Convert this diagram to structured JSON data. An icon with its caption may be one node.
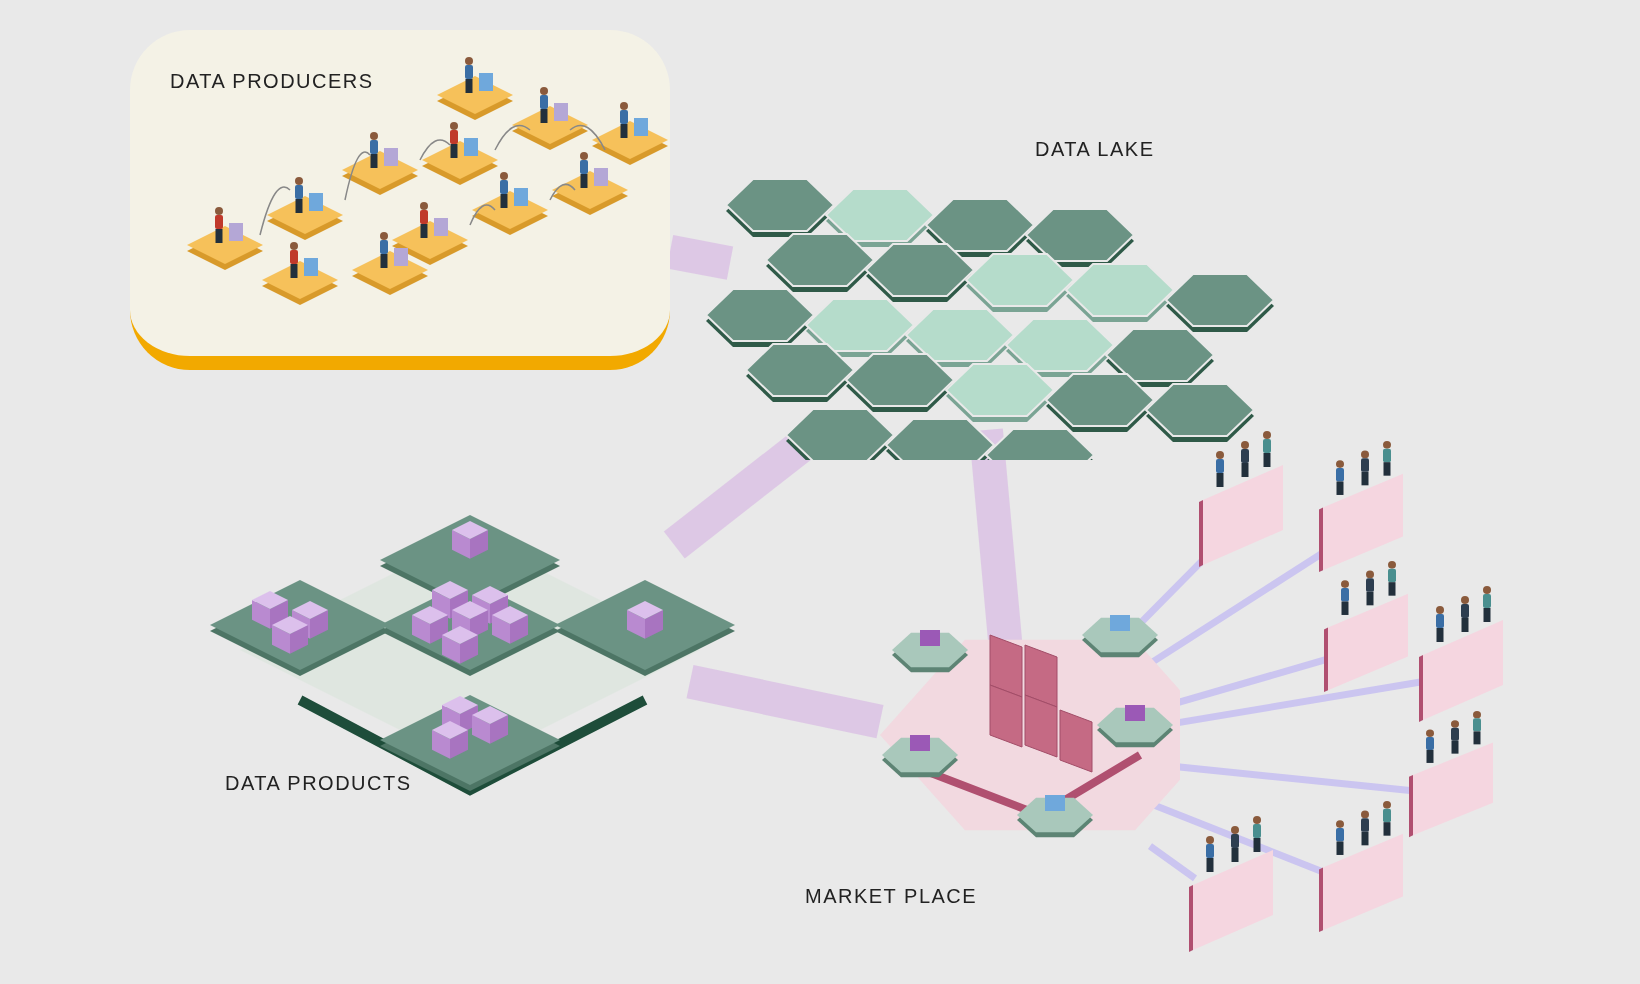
{
  "diagram": {
    "nodes": [
      {
        "text": [
          "DATA PRODUCERS"
        ]
      },
      {
        "text": [
          "DATA LAKE"
        ]
      },
      {
        "text": [
          "DATA PRODUCTS"
        ]
      },
      {
        "text": [
          "MARKET PLACE"
        ]
      },
      {
        "text": [],
        "shape": "picture"
      },
      {
        "text": [],
        "shape": "picture"
      },
      {
        "text": [],
        "shape": "picture"
      },
      {
        "text": [],
        "shape": "picture"
      },
      {
        "text": [],
        "shape": "picture"
      },
      {
        "text": [],
        "shape": "picture"
      },
      {
        "text": [],
        "shape": "picture"
      }
    ],
    "edges": [
      {
        "from": 0,
        "to": 1,
        "arrow": "none",
        "style": "thick",
        "color": "#dcc4e4"
      },
      {
        "from": 1,
        "to": 2,
        "arrow": "none",
        "style": "thick",
        "color": "#dcc4e4"
      },
      {
        "from": 1,
        "to": 3,
        "arrow": "none",
        "style": "thick",
        "color": "#dcc4e4"
      },
      {
        "from": 2,
        "to": 3,
        "arrow": "none",
        "style": "thick",
        "color": "#dcc4e4"
      },
      {
        "from": 3,
        "to": 4,
        "arrow": "none"
      },
      {
        "from": 3,
        "to": 5,
        "arrow": "none"
      },
      {
        "from": 3,
        "to": 6,
        "arrow": "none"
      },
      {
        "from": 3,
        "to": 7,
        "arrow": "none"
      },
      {
        "from": 3,
        "to": 8,
        "arrow": "none"
      },
      {
        "from": 3,
        "to": 9,
        "arrow": "none"
      },
      {
        "from": 3,
        "to": 10,
        "arrow": "none"
      }
    ]
  }
}
